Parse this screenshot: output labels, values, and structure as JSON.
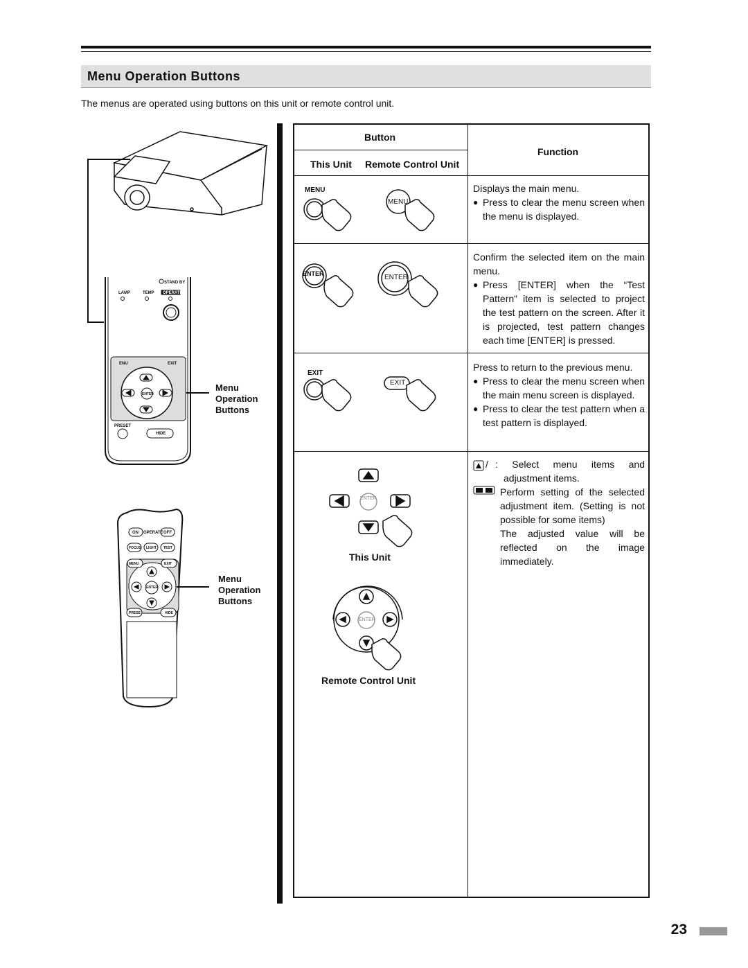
{
  "page": {
    "title": "Menu Operation Buttons",
    "intro": "The menus are operated using buttons on this unit or remote control unit.",
    "page_number": "23"
  },
  "left_labels": {
    "unit_callout": "Menu\nOperation\nButtons",
    "remote_callout": "Menu\nOperation\nButtons"
  },
  "unit_panel": {
    "stand_by": "STAND BY",
    "lamp": "LAMP",
    "temp": "TEMP",
    "operate": "OPERATE",
    "menu": "ENU",
    "exit": "EXIT",
    "enter": "ENTER",
    "preset": "PRESET",
    "hide": "HIDE"
  },
  "remote": {
    "on": "ON",
    "operate": "OPERATE",
    "off": "OFF",
    "focus": "FOCUS",
    "light": "LIGHT",
    "test": "TEST",
    "menu": "MENU",
    "exit": "EXIT",
    "enter": "ENTER",
    "preset": "PRESE",
    "hide": "HIDE"
  },
  "table": {
    "header_button": "Button",
    "header_this_unit": "This Unit",
    "header_remote": "Remote Control Unit",
    "header_function": "Function",
    "rows": [
      {
        "unit_label": "MENU",
        "remote_label": "MENU",
        "lines": [
          "Displays the main menu."
        ],
        "bullets": [
          "Press to clear the menu screen when the menu is displayed."
        ]
      },
      {
        "unit_label": "ENTER",
        "remote_label": "ENTER",
        "lines": [
          "Confirm the selected item on the main menu."
        ],
        "bullets": [
          "Press [ENTER] when the “Test Pattern” item is selected to project the test pattern on the screen. After it is projected, test pattern changes each time [ENTER] is pressed."
        ]
      },
      {
        "unit_label": "EXIT",
        "remote_label": "EXIT",
        "lines": [
          "Press to return to the previous menu."
        ],
        "bullets": [
          "Press to clear the menu screen when the main menu screen is displayed.",
          "Press to clear the test pattern when a test pattern is displayed."
        ]
      }
    ],
    "row4": {
      "enter_label": "ENTER",
      "this_unit": "This Unit",
      "remote_unit": "Remote Control Unit",
      "select_text": ": Select menu items and adjustment items.",
      "select_sep": "/",
      "perform_text": "Perform setting of the selected adjustment item. (Setting is not possible for some items)",
      "adjusted_text": "The adjusted value will be reflected on the image immediately."
    }
  }
}
